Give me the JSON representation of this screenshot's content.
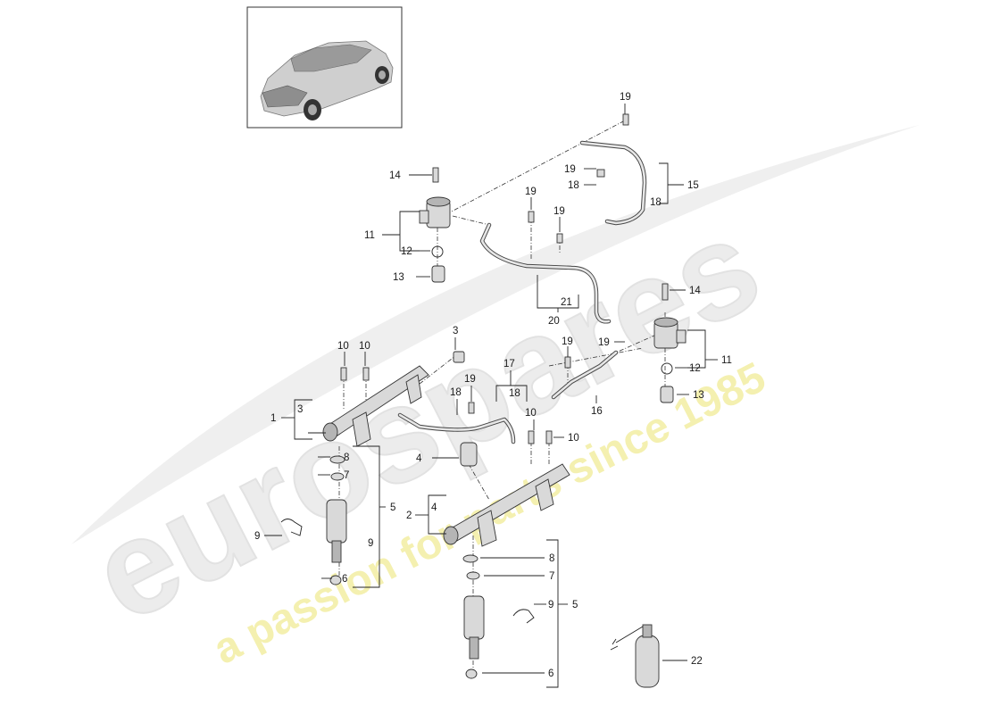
{
  "watermark": {
    "brand": "eurospares",
    "tagline": "a passion for parts since 1985"
  },
  "callouts": {
    "n1": "1",
    "n2": "2",
    "n3": "3",
    "n4": "4",
    "n5": "5",
    "n6": "6",
    "n7": "7",
    "n8": "8",
    "n9": "9",
    "n10": "10",
    "n11": "11",
    "n12": "12",
    "n13": "13",
    "n14": "14",
    "n15": "15",
    "n16": "16",
    "n17": "17",
    "n18": "18",
    "n19": "19",
    "n20": "20",
    "n21": "21",
    "n22": "22"
  },
  "colors": {
    "watermark_gray": "#e9e9e9",
    "watermark_yellow": "#f4f0b0",
    "line": "#222222",
    "part_fill": "#d9d9d9"
  }
}
